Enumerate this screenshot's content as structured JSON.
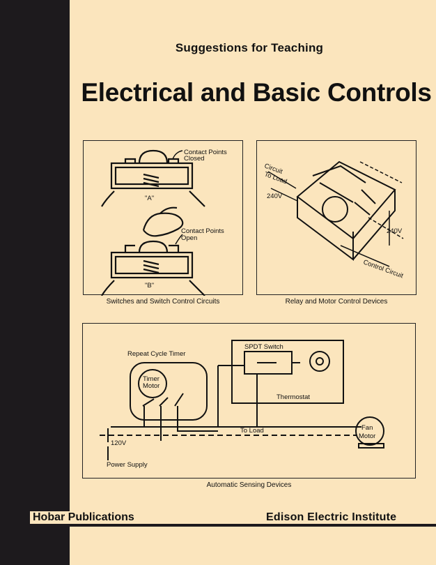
{
  "cover": {
    "subtitle": "Suggestions for Teaching",
    "title": "Electrical and Basic Controls"
  },
  "panels": {
    "switches": {
      "caption": "Switches and Switch Control Circuits",
      "label_closed_1": "Contact Points",
      "label_closed_2": "Closed",
      "label_a": "\"A\"",
      "label_open_1": "Contact Points",
      "label_open_2": "Open",
      "label_b": "\"B\""
    },
    "relay": {
      "caption": "Relay and Motor Control Devices",
      "label_circuit_1": "Circuit",
      "label_circuit_2": "To Load",
      "label_240v_left": "240V",
      "label_240v_right": "240V",
      "label_control": "Control Circuit"
    },
    "sensing": {
      "caption": "Automatic Sensing Devices",
      "label_timer": "Repeat Cycle Timer",
      "label_timer_motor_1": "Timer",
      "label_timer_motor_2": "Motor",
      "label_spdt": "SPDT Switch",
      "label_thermostat": "Thermostat",
      "label_to_load": "To Load",
      "label_120v": "120V",
      "label_power": "Power Supply",
      "label_fan_1": "Fan",
      "label_fan_2": "Motor"
    }
  },
  "footer": {
    "left": "Hobar Publications",
    "right": "Edison Electric Institute"
  }
}
